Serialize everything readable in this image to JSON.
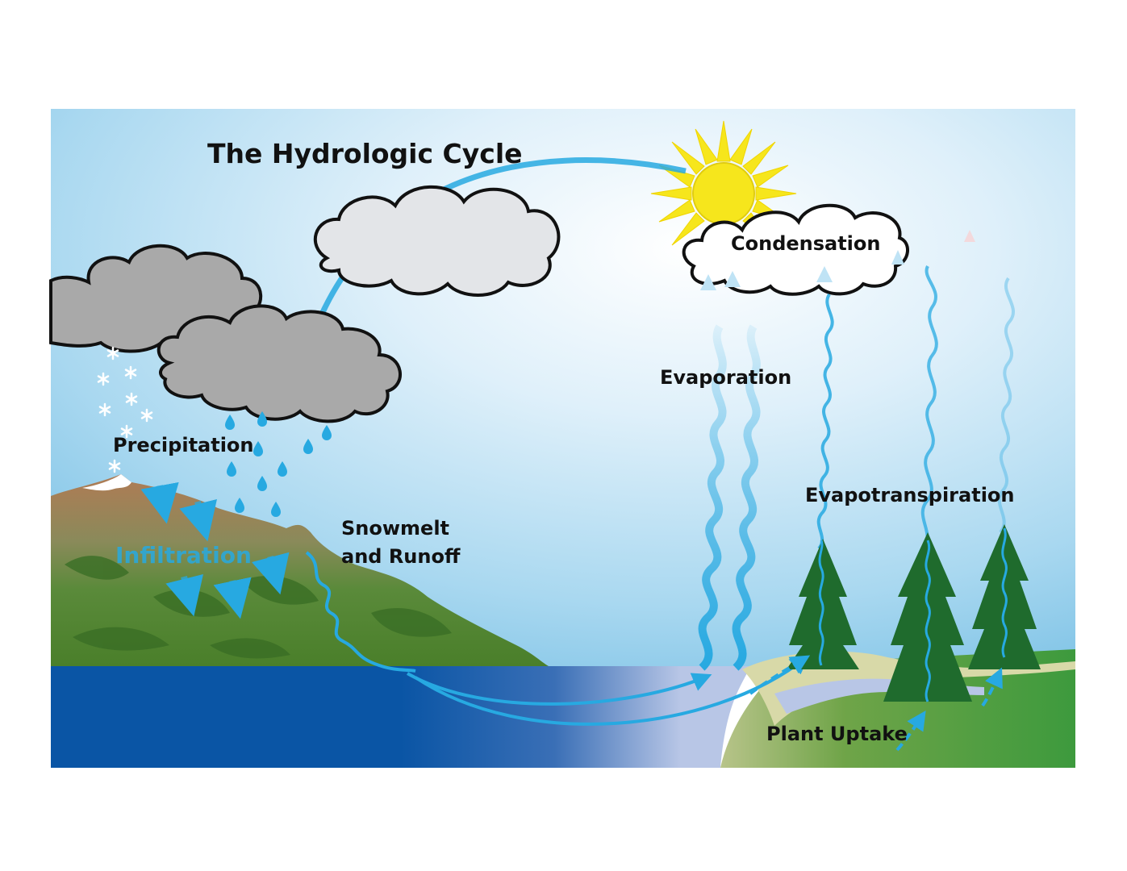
{
  "title": "The Hydrologic Cycle",
  "labels": {
    "precipitation": "Precipitation",
    "infiltration": "Infiltration",
    "snowmelt_line1": "Snowmelt",
    "snowmelt_line2": "and Runoff",
    "evaporation": "Evaporation",
    "condensation": "Condensation",
    "evapotranspiration": "Evapotranspiration",
    "plant_uptake": "Plant Uptake"
  },
  "colors": {
    "sky_light": "#ffffff",
    "sky_mid": "#c9e6f6",
    "sky_edge": "#8fcbe8",
    "water_deep": "#0a55a5",
    "arrow_blue": "#27a9e1",
    "grass": "#4f8f2f",
    "field": "#3d9a3d",
    "tree": "#1f6b2d",
    "cloud_dark": "#a9a9a9",
    "cloud_light": "#e3e5e8",
    "cloud_white": "#ffffff",
    "sun": "#f6e61c",
    "mountain_brown": "#b07b55",
    "label_infiltration": "#27a9e1"
  },
  "icons": [
    "sun-icon",
    "cloud-icon",
    "snowflake-icon",
    "raindrop-icon",
    "tree-icon",
    "mountain-icon",
    "arrow-icon"
  ]
}
